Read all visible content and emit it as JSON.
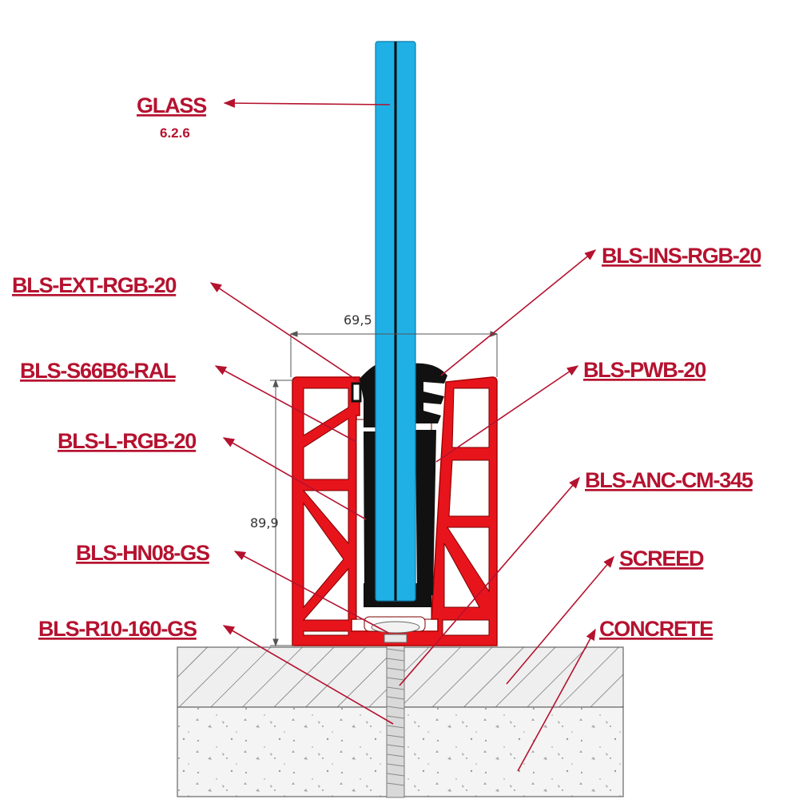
{
  "labels": {
    "glass": "GLASS",
    "glass_spec": "6.2.6",
    "ext": "BLS-EXT-RGB-20",
    "s66": "BLS-S66B6-RAL",
    "l": "BLS-L-RGB-20",
    "hn": "BLS-HN08-GS",
    "r10": "BLS-R10-160-GS",
    "ins": "BLS-INS-RGB-20",
    "pwb": "BLS-PWB-20",
    "anc": "BLS-ANC-CM-345",
    "screed": "SCREED",
    "concrete": "CONCRETE"
  },
  "dimensions": {
    "width": "69,5",
    "height": "89,9"
  },
  "colors": {
    "label": "#b5122f",
    "glass": "#1fb1e6",
    "profile": "#e8141c",
    "gasket": "#111111",
    "screed": "#efefef",
    "concrete": "#f3f3f3"
  }
}
